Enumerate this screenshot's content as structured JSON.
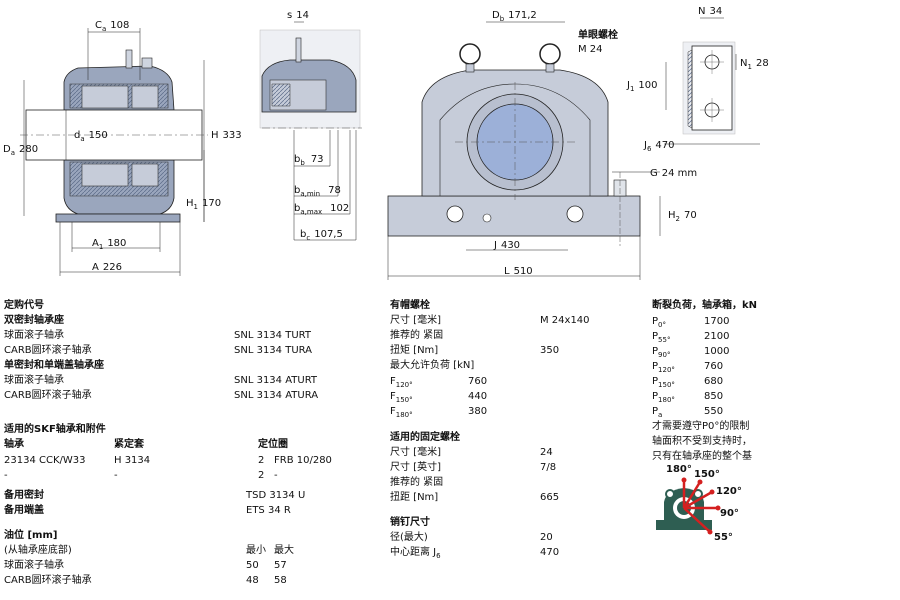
{
  "drawing": {
    "front": {
      "ca": "108",
      "ca_sym": "C",
      "ca_sub": "a",
      "da_inner": "150",
      "da_inner_sym": "d",
      "da_inner_sub": "a",
      "Da": "280",
      "Da_sym": "D",
      "Da_sub": "a",
      "H": "333",
      "H_sym": "H",
      "H1": "170",
      "H1_sym": "H",
      "H1_sub": "1",
      "A1": "180",
      "A1_sym": "A",
      "A1_sub": "1",
      "A": "226",
      "A_sym": "A"
    },
    "side": {
      "s": "14",
      "s_sym": "s",
      "bb": "73",
      "bb_sym": "b",
      "bb_sub": "b",
      "bamin": "78",
      "bamin_sym": "b",
      "bamin_sub": "a,min",
      "bamax": "102",
      "bamax_sym": "b",
      "bamax_sub": "a,max",
      "bc": "107,5",
      "bc_sym": "b",
      "bc_sub": "c"
    },
    "main": {
      "Db": "171,2",
      "Db_sym": "D",
      "Db_sub": "b",
      "eyebolt_label": "单眼螺栓",
      "eyebolt_size": "M 24",
      "G": "24 mm",
      "G_sym": "G",
      "H2": "70",
      "H2_sym": "H",
      "H2_sub": "2",
      "J": "430",
      "J_sym": "J",
      "L": "510",
      "L_sym": "L"
    },
    "detail": {
      "N": "34",
      "N_sym": "N",
      "N1": "28",
      "N1_sym": "N",
      "N1_sub": "1",
      "J1": "100",
      "J1_sym": "J",
      "J1_sub": "1",
      "J6": "470",
      "J6_sym": "J",
      "J6_sub": "6"
    }
  },
  "left": {
    "order_title": "定购代号",
    "double_seal_title": "双密封轴承座",
    "rows1": [
      {
        "label": "球面滚子轴承",
        "code": "SNL 3134 TURT"
      },
      {
        "label": "CARB圆环滚子轴承",
        "code": "SNL 3134 TURA"
      }
    ],
    "single_seal_title": "单密封和单端盖轴承座",
    "rows2": [
      {
        "label": "球面滚子轴承",
        "code": "SNL 3134 ATURT"
      },
      {
        "label": "CARB圆环滚子轴承",
        "code": "SNL 3134 ATURA"
      }
    ],
    "skf_title": "适用的SKF轴承和附件",
    "skf_headers": [
      "轴承",
      "紧定套",
      "定位圈"
    ],
    "skf_rows": [
      {
        "bearing": "23134 CCK/W33",
        "sleeve": "H 3134",
        "qty": "2",
        "ring": "FRB 10/280"
      },
      {
        "bearing": "-",
        "sleeve": "-",
        "qty": "2",
        "ring": "-"
      }
    ],
    "spare_seal_label": "备用密封",
    "spare_seal_value": "TSD 3134 U",
    "spare_cap_label": "备用端盖",
    "spare_cap_value": "ETS 34 R",
    "oil_title": "油位 [mm]",
    "oil_sub": "(从轴承座底部)",
    "oil_min": "最小",
    "oil_max": "最大",
    "oil_rows": [
      {
        "label": "球面滚子轴承",
        "min": "50",
        "max": "57"
      },
      {
        "label": "CARB圆环滚子轴承",
        "min": "48",
        "max": "58"
      }
    ]
  },
  "middle": {
    "cap_bolts_title": "有帽螺栓",
    "size_label": "尺寸 [毫米]",
    "size_value": "M 24x140",
    "recommended_label": "推荐的 紧固",
    "torque_label": "扭矩 [Nm]",
    "torque_value": "350",
    "max_load_label": "最大允许负荷 [kN]",
    "loads": [
      {
        "sym": "F",
        "sub": "120°",
        "value": "760"
      },
      {
        "sym": "F",
        "sub": "150°",
        "value": "440"
      },
      {
        "sym": "F",
        "sub": "180°",
        "value": "380"
      }
    ],
    "fix_bolts_title": "适用的固定螺栓",
    "fix_size_mm_label": "尺寸 [毫米]",
    "fix_size_mm_value": "24",
    "fix_size_in_label": "尺寸 [英寸]",
    "fix_size_in_value": "7/8",
    "fix_recommended_label": "推荐的 紧固",
    "fix_torque_label": "扭距 [Nm]",
    "fix_torque_value": "665",
    "dowel_title": "销钉尺寸",
    "dowel_dia_label": "径(最大)",
    "dowel_dia_value": "20",
    "dowel_dist_label": "中心距离 J",
    "dowel_dist_sub": "6",
    "dowel_dist_value": "470"
  },
  "right": {
    "title": "断裂负荷，轴承箱，kN",
    "rows": [
      {
        "sym": "P",
        "sub": "0°",
        "value": "1700"
      },
      {
        "sym": "P",
        "sub": "55°",
        "value": "2100"
      },
      {
        "sym": "P",
        "sub": "90°",
        "value": "1000"
      },
      {
        "sym": "P",
        "sub": "120°",
        "value": "760"
      },
      {
        "sym": "P",
        "sub": "150°",
        "value": "680"
      },
      {
        "sym": "P",
        "sub": "180°",
        "value": "850"
      },
      {
        "sym": "P",
        "sub": "a",
        "value": "550"
      }
    ],
    "note_lines": [
      "才需要遵守P0°的限制",
      "轴面积不受到支持时，",
      "只有在轴承座的整个基"
    ],
    "angles": [
      "180°",
      "150°",
      "120°",
      "90°",
      "55°"
    ],
    "arrow_color": "#d42020",
    "body_color": "#2e5e52"
  }
}
